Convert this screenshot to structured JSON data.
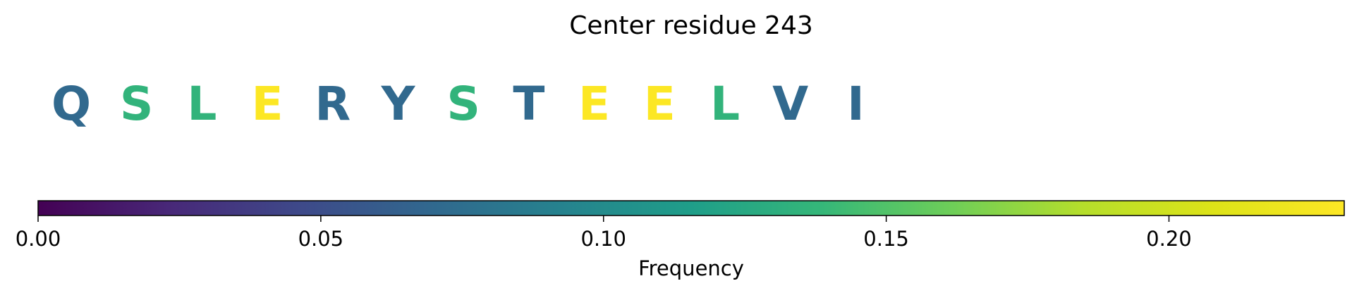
{
  "chart_data": {
    "type": "heatmap",
    "title": "Center residue 243",
    "residues": [
      {
        "letter": "Q",
        "frequency": 0.07
      },
      {
        "letter": "S",
        "frequency": 0.135
      },
      {
        "letter": "L",
        "frequency": 0.135
      },
      {
        "letter": "E",
        "frequency": 0.23
      },
      {
        "letter": "R",
        "frequency": 0.07
      },
      {
        "letter": "Y",
        "frequency": 0.07
      },
      {
        "letter": "S",
        "frequency": 0.135
      },
      {
        "letter": "T",
        "frequency": 0.07
      },
      {
        "letter": "E",
        "frequency": 0.23
      },
      {
        "letter": "E",
        "frequency": 0.23
      },
      {
        "letter": "L",
        "frequency": 0.135
      },
      {
        "letter": "V",
        "frequency": 0.07
      },
      {
        "letter": "I",
        "frequency": 0.07
      }
    ],
    "colorbar": {
      "colormap": "viridis",
      "range": [
        0,
        0.231
      ],
      "ticks": [
        0.0,
        0.05,
        0.1,
        0.15,
        0.2
      ],
      "tick_labels": [
        "0.00",
        "0.05",
        "0.10",
        "0.15",
        "0.20"
      ],
      "label": "Frequency"
    }
  }
}
